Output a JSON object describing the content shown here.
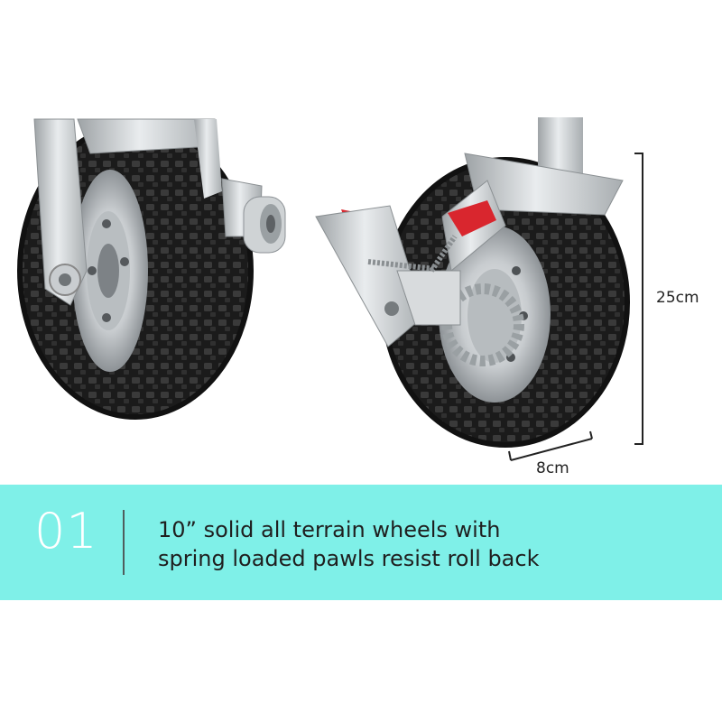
{
  "dimensions": {
    "height_label": "25cm",
    "width_label": "8cm"
  },
  "feature": {
    "number": "01",
    "line1": "10” solid all terrain wheels with",
    "line2": "spring loaded pawls resist roll back"
  },
  "colors": {
    "banner": "#7ff0e8",
    "pawl_red": "#d9262e",
    "tyre": "#1c1c1c"
  }
}
